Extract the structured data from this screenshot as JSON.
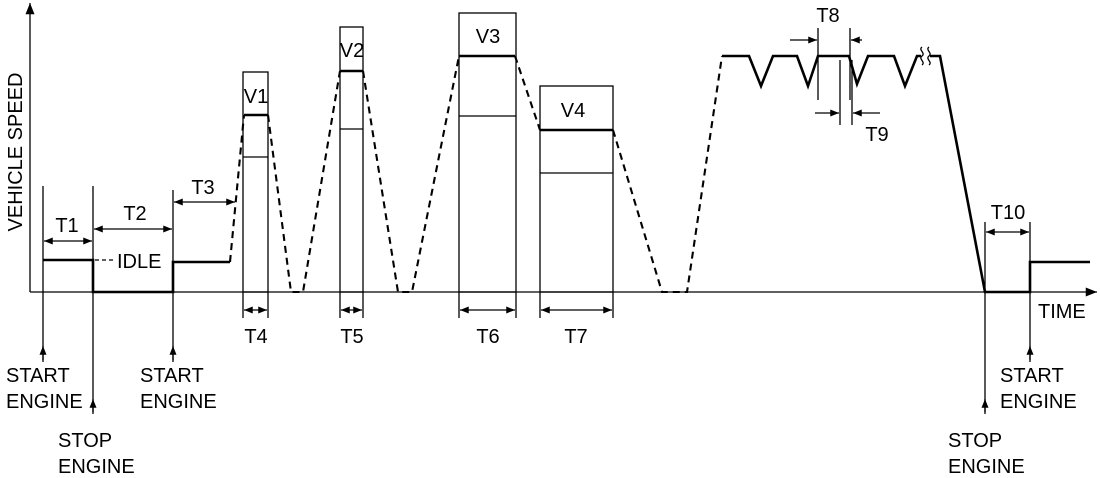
{
  "axes": {
    "y_label": "VEHICLE SPEED",
    "x_label": "TIME"
  },
  "idle_label": "IDLE",
  "speed_labels": {
    "v1": "V1",
    "v2": "V2",
    "v3": "V3",
    "v4": "V4"
  },
  "time_labels": {
    "t1": "T1",
    "t2": "T2",
    "t3": "T3",
    "t4": "T4",
    "t5": "T5",
    "t6": "T6",
    "t7": "T7",
    "t8": "T8",
    "t9": "T9",
    "t10": "T10"
  },
  "events": [
    {
      "line1": "START",
      "line2": "ENGINE"
    },
    {
      "line1": "STOP",
      "line2": "ENGINE"
    },
    {
      "line1": "START",
      "line2": "ENGINE"
    },
    {
      "line1": "STOP",
      "line2": "ENGINE"
    },
    {
      "line1": "START",
      "line2": "ENGINE"
    }
  ],
  "colors": {
    "stroke": "#000000",
    "background": "#ffffff"
  }
}
